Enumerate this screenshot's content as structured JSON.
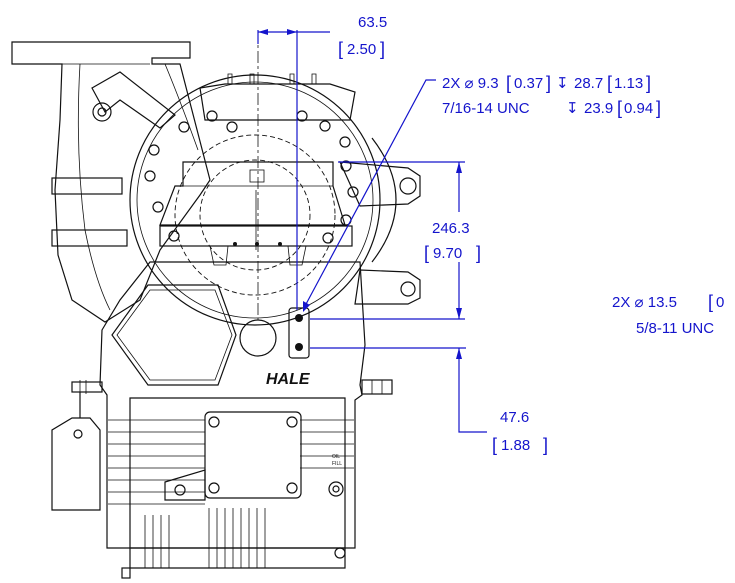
{
  "drawing": {
    "brand_mark": "HALE",
    "small_plate_line1": "OIL",
    "small_plate_line2": "FILL"
  },
  "dims": {
    "top_width": {
      "mm": "63.5",
      "in": "2.50"
    },
    "height_a": {
      "mm": "246.3",
      "in": "9.70"
    },
    "height_b": {
      "mm": "47.6",
      "in": "1.88"
    },
    "hole_a": {
      "line1": {
        "qty": "2X",
        "dia_symbol": "⌀",
        "dia_mm": "9.3",
        "dia_in": "0.37",
        "depth_symbol": "↧",
        "depth_mm": "28.7",
        "depth_in": "1.13"
      },
      "line2": {
        "thread": "7/16-14 UNC",
        "depth_symbol": "↧",
        "depth_mm": "23.9",
        "depth_in": "0.94"
      }
    },
    "hole_b": {
      "line1": {
        "qty": "2X",
        "dia_symbol": "⌀",
        "dia_mm": "13.5",
        "dia_in_partial": "0"
      },
      "line2": {
        "thread_partial": "5/8-11 UNC"
      }
    }
  }
}
